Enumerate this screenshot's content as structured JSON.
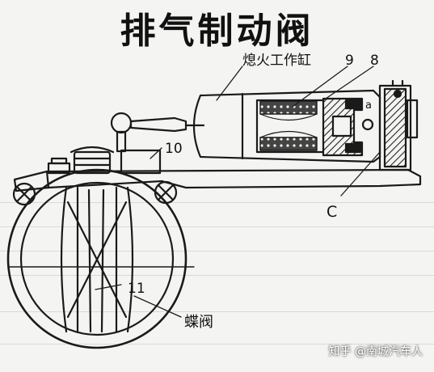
{
  "title": "排气制动阀",
  "labels": {
    "cylinder": "熄火工作缸",
    "n9": "9",
    "n8": "8",
    "na": "a",
    "n10": "10",
    "nC": "C",
    "n11": "11",
    "valve": "蝶阀"
  },
  "watermark": "知乎 @南城汽车人",
  "colors": {
    "line": "#1a1a1a",
    "hatch": "#222222",
    "paper": "#f4f4f2"
  }
}
